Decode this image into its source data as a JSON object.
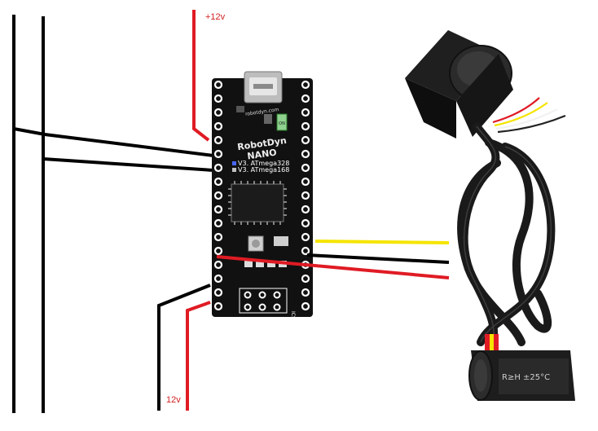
{
  "labels": {
    "top_voltage": "+12v",
    "bottom_voltage": "12v"
  },
  "board": {
    "brand": "RobotDyn",
    "model": "NANO",
    "url": "robotdyn.com",
    "variant_1": "V3. ATmega328",
    "variant_2": "V3. ATmega168",
    "led_on": "ON",
    "icsp": "ICSP"
  },
  "sensor": {
    "marking": "R≥H  ±25°C"
  },
  "colors": {
    "wire_black": "#000000",
    "wire_red": "#e01b24",
    "wire_yellow": "#f5e400",
    "board": "#111111",
    "pin_ring": "#ffffff",
    "label_red": "#d22020"
  }
}
